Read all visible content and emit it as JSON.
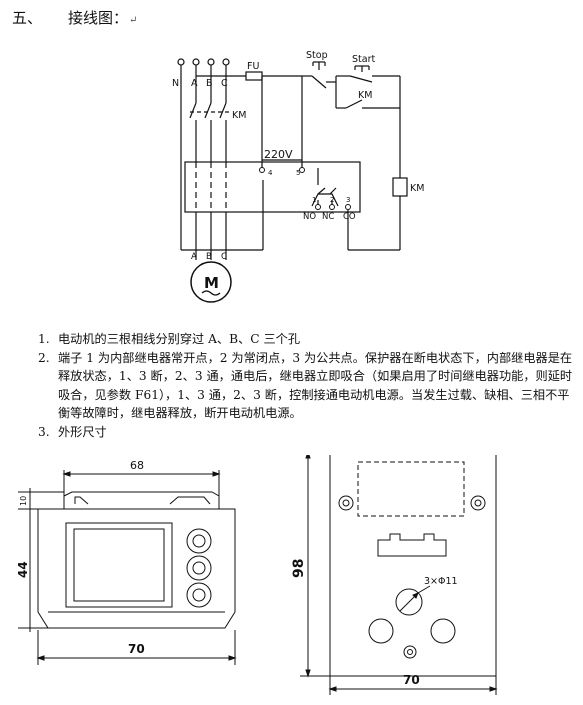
{
  "heading": {
    "number": "五、",
    "title": "接线图：",
    "return_mark": "↵"
  },
  "wiring": {
    "terminals": [
      "N",
      "A",
      "B",
      "C"
    ],
    "fuse": "FU",
    "stop": "Stop",
    "start": "Start",
    "km": "KM",
    "voltage": "220V",
    "term4": "4",
    "term5": "5",
    "no_label": "NO",
    "nc_label": "NC",
    "co_label": "CO",
    "t1": "1",
    "t2": "2",
    "t3": "3",
    "motor_a": "A",
    "motor_b": "B",
    "motor_c": "C",
    "motor": "M"
  },
  "notes": [
    {
      "num": "1.",
      "text": "电动机的三根相线分别穿过 A、B、C 三个孔"
    },
    {
      "num": "2.",
      "text": "端子 1 为内部继电器常开点，2 为常闭点，3 为公共点。保护器在断电状态下，内部继电器是在释放状态，1、3 断，2、3 通，通电后，继电器立即吸合（如果启用了时间继电器功能，则延时吸合，见参数 F61），1、3 通，2、3 断，控制接通电动机电源。当发生过载、缺相、三相不平衡等故障时，继电器释放，断开电动机电源。"
    },
    {
      "num": "3.",
      "text": "外形尺寸"
    }
  ],
  "dimensions": {
    "front_width_top": "68",
    "front_height_top": "10",
    "front_height": "44",
    "front_width": "70",
    "back_height": "98",
    "back_width": "70",
    "hole_spec": "3×Φ11"
  }
}
